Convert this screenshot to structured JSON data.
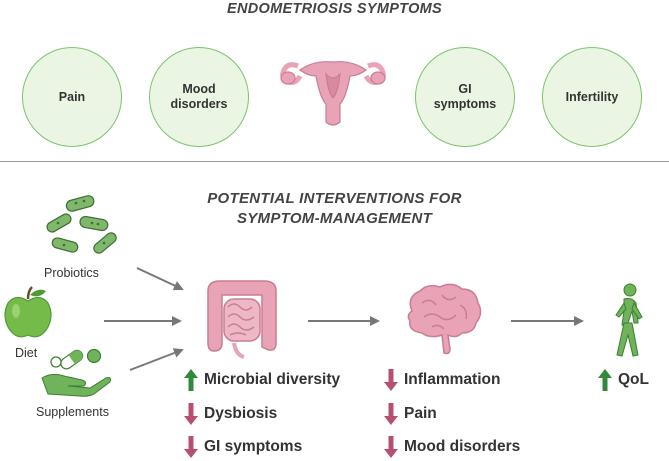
{
  "title_symptoms": "ENDOMETRIOSIS SYMPTOMS",
  "symptoms": [
    "Pain",
    "Mood\ndisorders",
    "GI\nsymptoms",
    "Infertility"
  ],
  "title_interventions_line1": "POTENTIAL INTERVENTIONS FOR",
  "title_interventions_line2": "SYMPTOM-MANAGEMENT",
  "interventions": {
    "probiotics": "Probiotics",
    "diet": "Diet",
    "supplements": "Supplements"
  },
  "gut_effects": [
    {
      "direction": "up",
      "label": "Microbial diversity"
    },
    {
      "direction": "down",
      "label": "Dysbiosis"
    },
    {
      "direction": "down",
      "label": "GI symptoms"
    }
  ],
  "brain_effects": [
    {
      "direction": "down",
      "label": "Inflammation"
    },
    {
      "direction": "down",
      "label": "Pain"
    },
    {
      "direction": "down",
      "label": "Mood disorders"
    }
  ],
  "outcome": {
    "direction": "up",
    "label": "QoL"
  },
  "colors": {
    "up": "#2e8b3a",
    "down": "#b5506e",
    "circle_fill": "#eaf6e3",
    "circle_border": "#7cc46c",
    "organ": "#e8a3b6"
  }
}
